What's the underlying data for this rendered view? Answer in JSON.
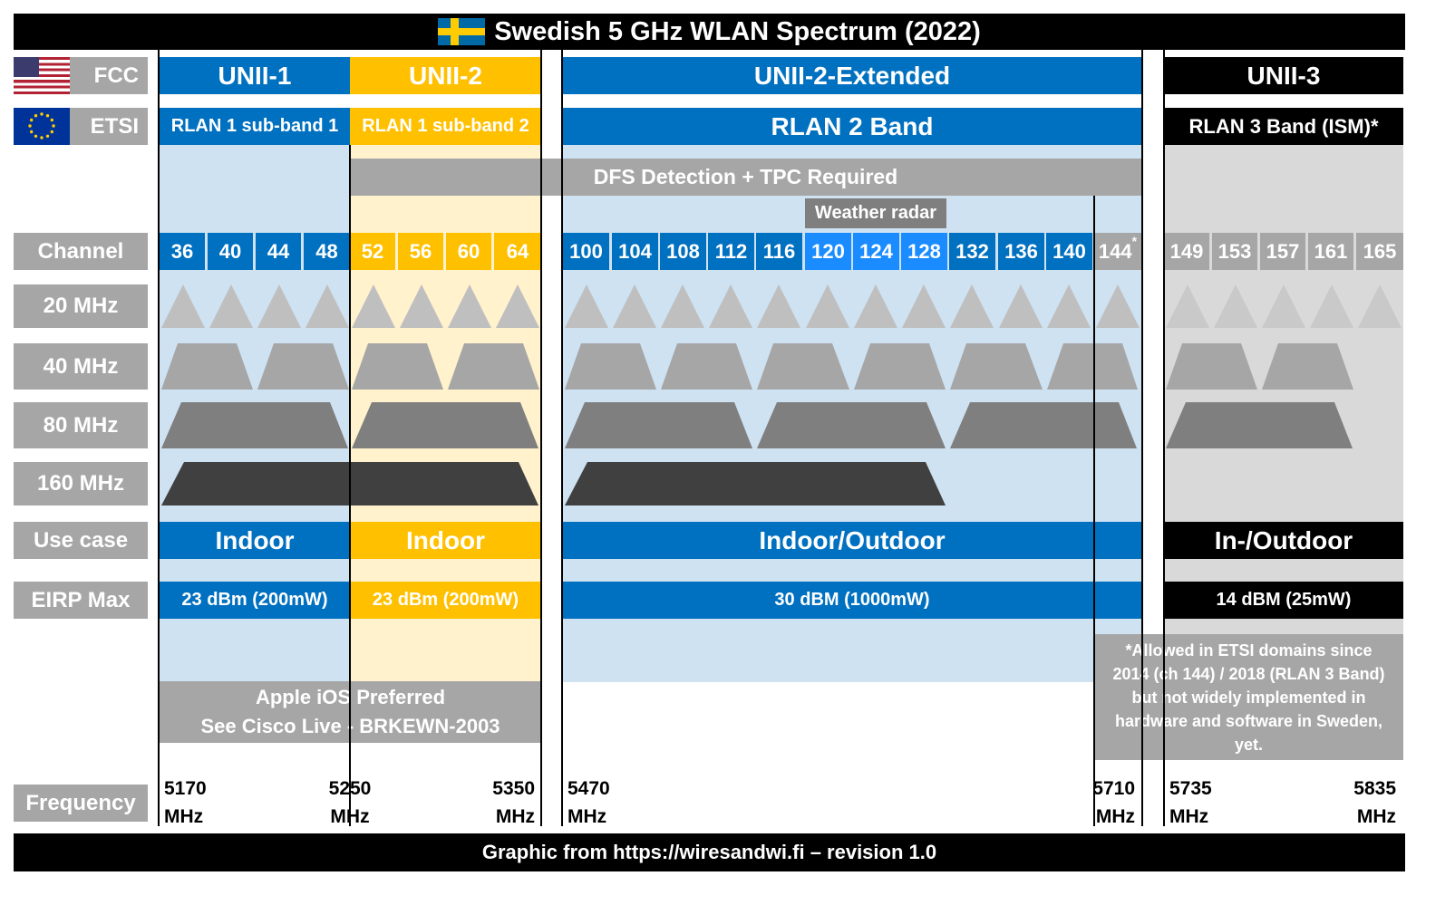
{
  "title": "Swedish 5 GHz WLAN Spectrum (2022)",
  "footer": "Graphic from https://wiresandwi.fi – revision 1.0",
  "flags": {
    "country": "sweden-flag",
    "fcc": "us-flag",
    "etsi": "eu-flag"
  },
  "row_labels": {
    "fcc": "FCC",
    "etsi": "ETSI",
    "channel": "Channel",
    "w20": "20 MHz",
    "w40": "40 MHz",
    "w80": "80 MHz",
    "w160": "160 MHz",
    "use_case": "Use case",
    "eirp": "EIRP Max",
    "frequency": "Frequency"
  },
  "fcc_bands": [
    "UNII-1",
    "UNII-2",
    "UNII-2-Extended",
    "UNII-3"
  ],
  "etsi_bands": [
    "RLAN 1 sub-band 1",
    "RLAN 1 sub-band 2",
    "RLAN 2 Band",
    "RLAN 3 Band (ISM)*"
  ],
  "dfs": "DFS Detection + TPC Required",
  "weather_radar": "Weather radar",
  "channels": {
    "unii1": [
      "36",
      "40",
      "44",
      "48"
    ],
    "unii2": [
      "52",
      "56",
      "60",
      "64"
    ],
    "unii2e": [
      "100",
      "104",
      "108",
      "112",
      "116",
      "120",
      "124",
      "128",
      "132",
      "136",
      "140",
      "144"
    ],
    "unii3": [
      "149",
      "153",
      "157",
      "161",
      "165"
    ],
    "ch144_marker": "*"
  },
  "use_case": [
    "Indoor",
    "Indoor",
    "Indoor/Outdoor",
    "In-/Outdoor"
  ],
  "eirp": [
    "23 dBm (200mW)",
    "23 dBm (200mW)",
    "30 dBM (1000mW)",
    "14 dBM (25mW)"
  ],
  "apple_note": [
    "Apple iOS Preferred",
    "See Cisco Live - BRKEWN-2003"
  ],
  "etsi_note": "*Allowed in ETSI domains since 2014 (ch 144) / 2018 (RLAN 3 Band) but not widely implemented in hardware and software in Sweden, yet.",
  "frequencies": [
    {
      "value": "5170",
      "unit": "MHz"
    },
    {
      "value": "5250",
      "unit": "MHz"
    },
    {
      "value": "5350",
      "unit": "MHz"
    },
    {
      "value": "5470",
      "unit": "MHz"
    },
    {
      "value": "5710",
      "unit": "MHz"
    },
    {
      "value": "5735",
      "unit": "MHz"
    },
    {
      "value": "5835",
      "unit": "MHz"
    }
  ],
  "colors": {
    "unii1": "#0070c0",
    "unii2": "#ffc000",
    "unii3": "#000000",
    "dfs": "#a6a6a6",
    "weather_radar_channel": "#1a8cff",
    "light_blue_bg": "#cfe2f2",
    "light_yellow_bg": "#fff2cc",
    "light_gray_bg": "#d9d9d9"
  }
}
